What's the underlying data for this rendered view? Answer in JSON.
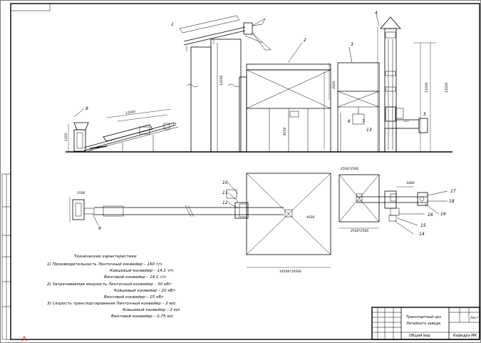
{
  "callouts": [
    "1",
    "2",
    "3",
    "4",
    "5",
    "6",
    "7",
    "8",
    "9",
    "10",
    "11",
    "12",
    "13",
    "14",
    "15",
    "16",
    "17",
    "18",
    "19"
  ],
  "dimensions": {
    "elev_right": "13000",
    "elev_right_inner": "11000",
    "elev_tower": "12000",
    "hopper_side": "4500",
    "hopper_top": "3000",
    "feeder_height": "1200",
    "incline_len": "12500",
    "plan_width": "14500*14500",
    "plan_box": "4500",
    "small_plan": "2500*2500",
    "plan_top": "2500*2500",
    "plan_dim_1": "1000",
    "plan_dim_2": "1500"
  },
  "tech": {
    "title": "Технические характеристики",
    "lines": [
      "1) Производительность   Ленточный конвейер – 160 т/ч",
      "Ковшовый конвейер – 14,1 т/ч",
      "Винтовой конвейер – 14,1 т/ч",
      "2) Затрачиваемая мощность   Ленточный конвейер – 30 кВт",
      "Ковшовый конвейер – 20 кВт",
      "Винтовой конвейер – 15 кВт",
      "3) Скорость транспортирования   Ленточный конвейер – 2 м/с",
      "Ковшовый конвейер – 2 м/с",
      "Винтовой конвейер – 0,75 м/с"
    ]
  },
  "title_block": {
    "name_line1": "Транспортный цех",
    "name_line2": "Литейного завода",
    "doc": "Общий вид",
    "org": "Кафедра МК",
    "sheet": "Лист"
  }
}
